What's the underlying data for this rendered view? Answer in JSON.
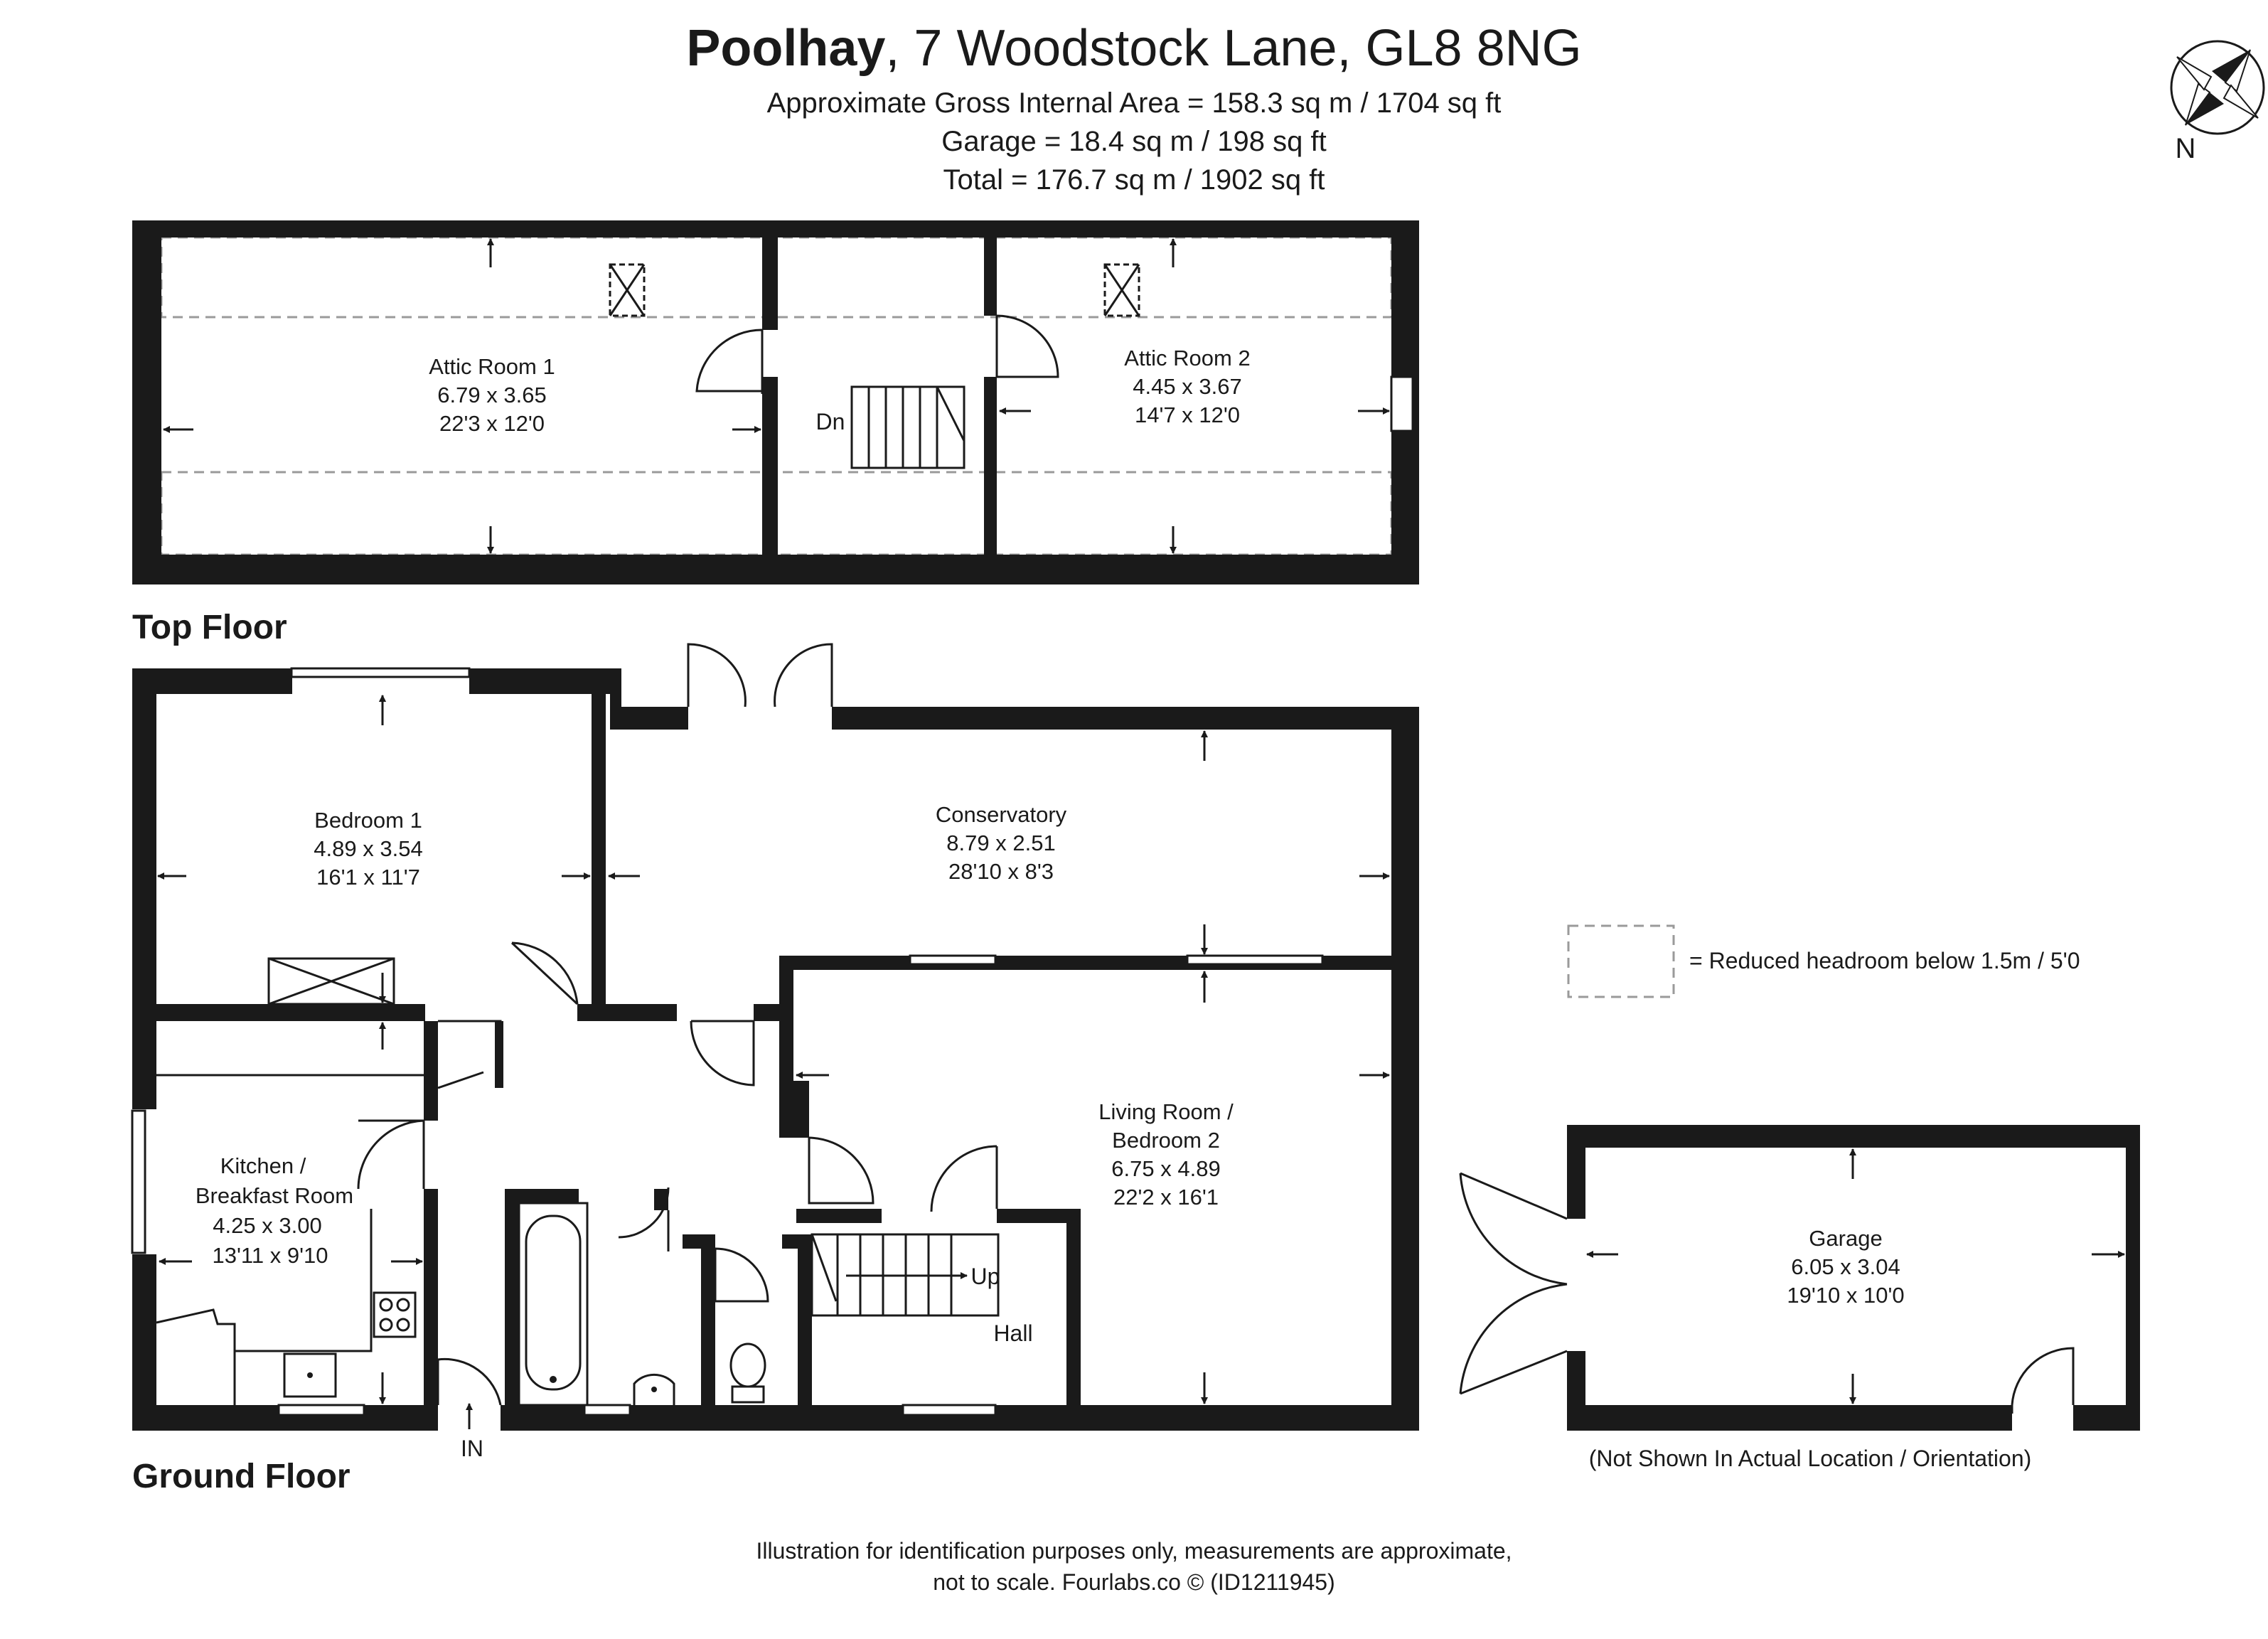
{
  "header": {
    "title_bold": "Poolhay",
    "title_rest": ", 7 Woodstock Lane, GL8 8NG",
    "line1": "Approximate Gross Internal Area = 158.3 sq m / 1704 sq ft",
    "line2": "Garage = 18.4 sq m / 198 sq ft",
    "line3": "Total = 176.7 sq m / 1902 sq ft"
  },
  "compass": {
    "label": "N"
  },
  "top_floor": {
    "label": "Top Floor",
    "rooms": [
      {
        "name": "Attic Room 1",
        "metric": "6.79 x 3.65",
        "imperial": "22'3 x 12'0"
      },
      {
        "name": "Attic Room 2",
        "metric": "4.45 x 3.67",
        "imperial": "14'7 x 12'0"
      }
    ],
    "stairs_label": "Dn"
  },
  "ground_floor": {
    "label": "Ground Floor",
    "rooms": [
      {
        "name": "Bedroom 1",
        "metric": "4.89 x 3.54",
        "imperial": "16'1 x 11'7"
      },
      {
        "name": "Conservatory",
        "metric": "8.79 x 2.51",
        "imperial": "28'10 x 8'3"
      },
      {
        "name_line1": "Kitchen /",
        "name_line2": "Breakfast Room",
        "metric": "4.25 x 3.00",
        "imperial": "13'11 x 9'10"
      },
      {
        "name_line1": "Living Room /",
        "name_line2": "Bedroom 2",
        "metric": "6.75 x 4.89",
        "imperial": "22'2 x 16'1"
      }
    ],
    "hall_label": "Hall",
    "stairs_label": "Up",
    "entrance_label": "IN"
  },
  "garage": {
    "name": "Garage",
    "metric": "6.05 x 3.04",
    "imperial": "19'10 x 10'0",
    "note": "(Not Shown In Actual Location / Orientation)"
  },
  "legend": {
    "text": "= Reduced headroom below 1.5m / 5'0"
  },
  "footer": {
    "line1": "Illustration for identification purposes only, measurements are approximate,",
    "line2": "not to scale. Fourlabs.co © (ID1211945)"
  }
}
